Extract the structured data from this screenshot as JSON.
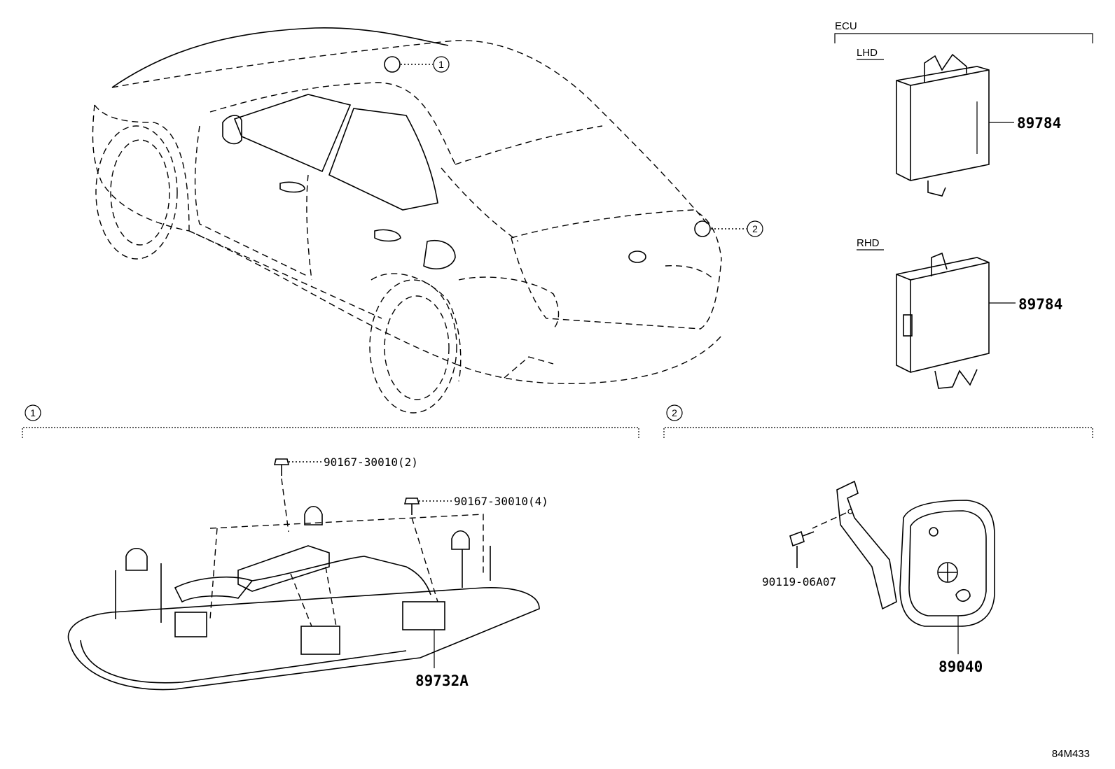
{
  "diagram": {
    "ecu_label": "ECU",
    "lhd_label": "LHD",
    "rhd_label": "RHD",
    "ref_marker_1": "1",
    "ref_marker_2": "2",
    "section_1_marker": "1",
    "section_2_marker": "2",
    "parts": {
      "ecu_lhd": "89784",
      "ecu_rhd": "89784",
      "screw_a": "90167-30010(2)",
      "screw_b": "90167-30010(4)",
      "sensor_front": "89732A",
      "bolt": "90119-06A07",
      "sensor_rear": "89040"
    },
    "diagram_code": "84M433"
  }
}
